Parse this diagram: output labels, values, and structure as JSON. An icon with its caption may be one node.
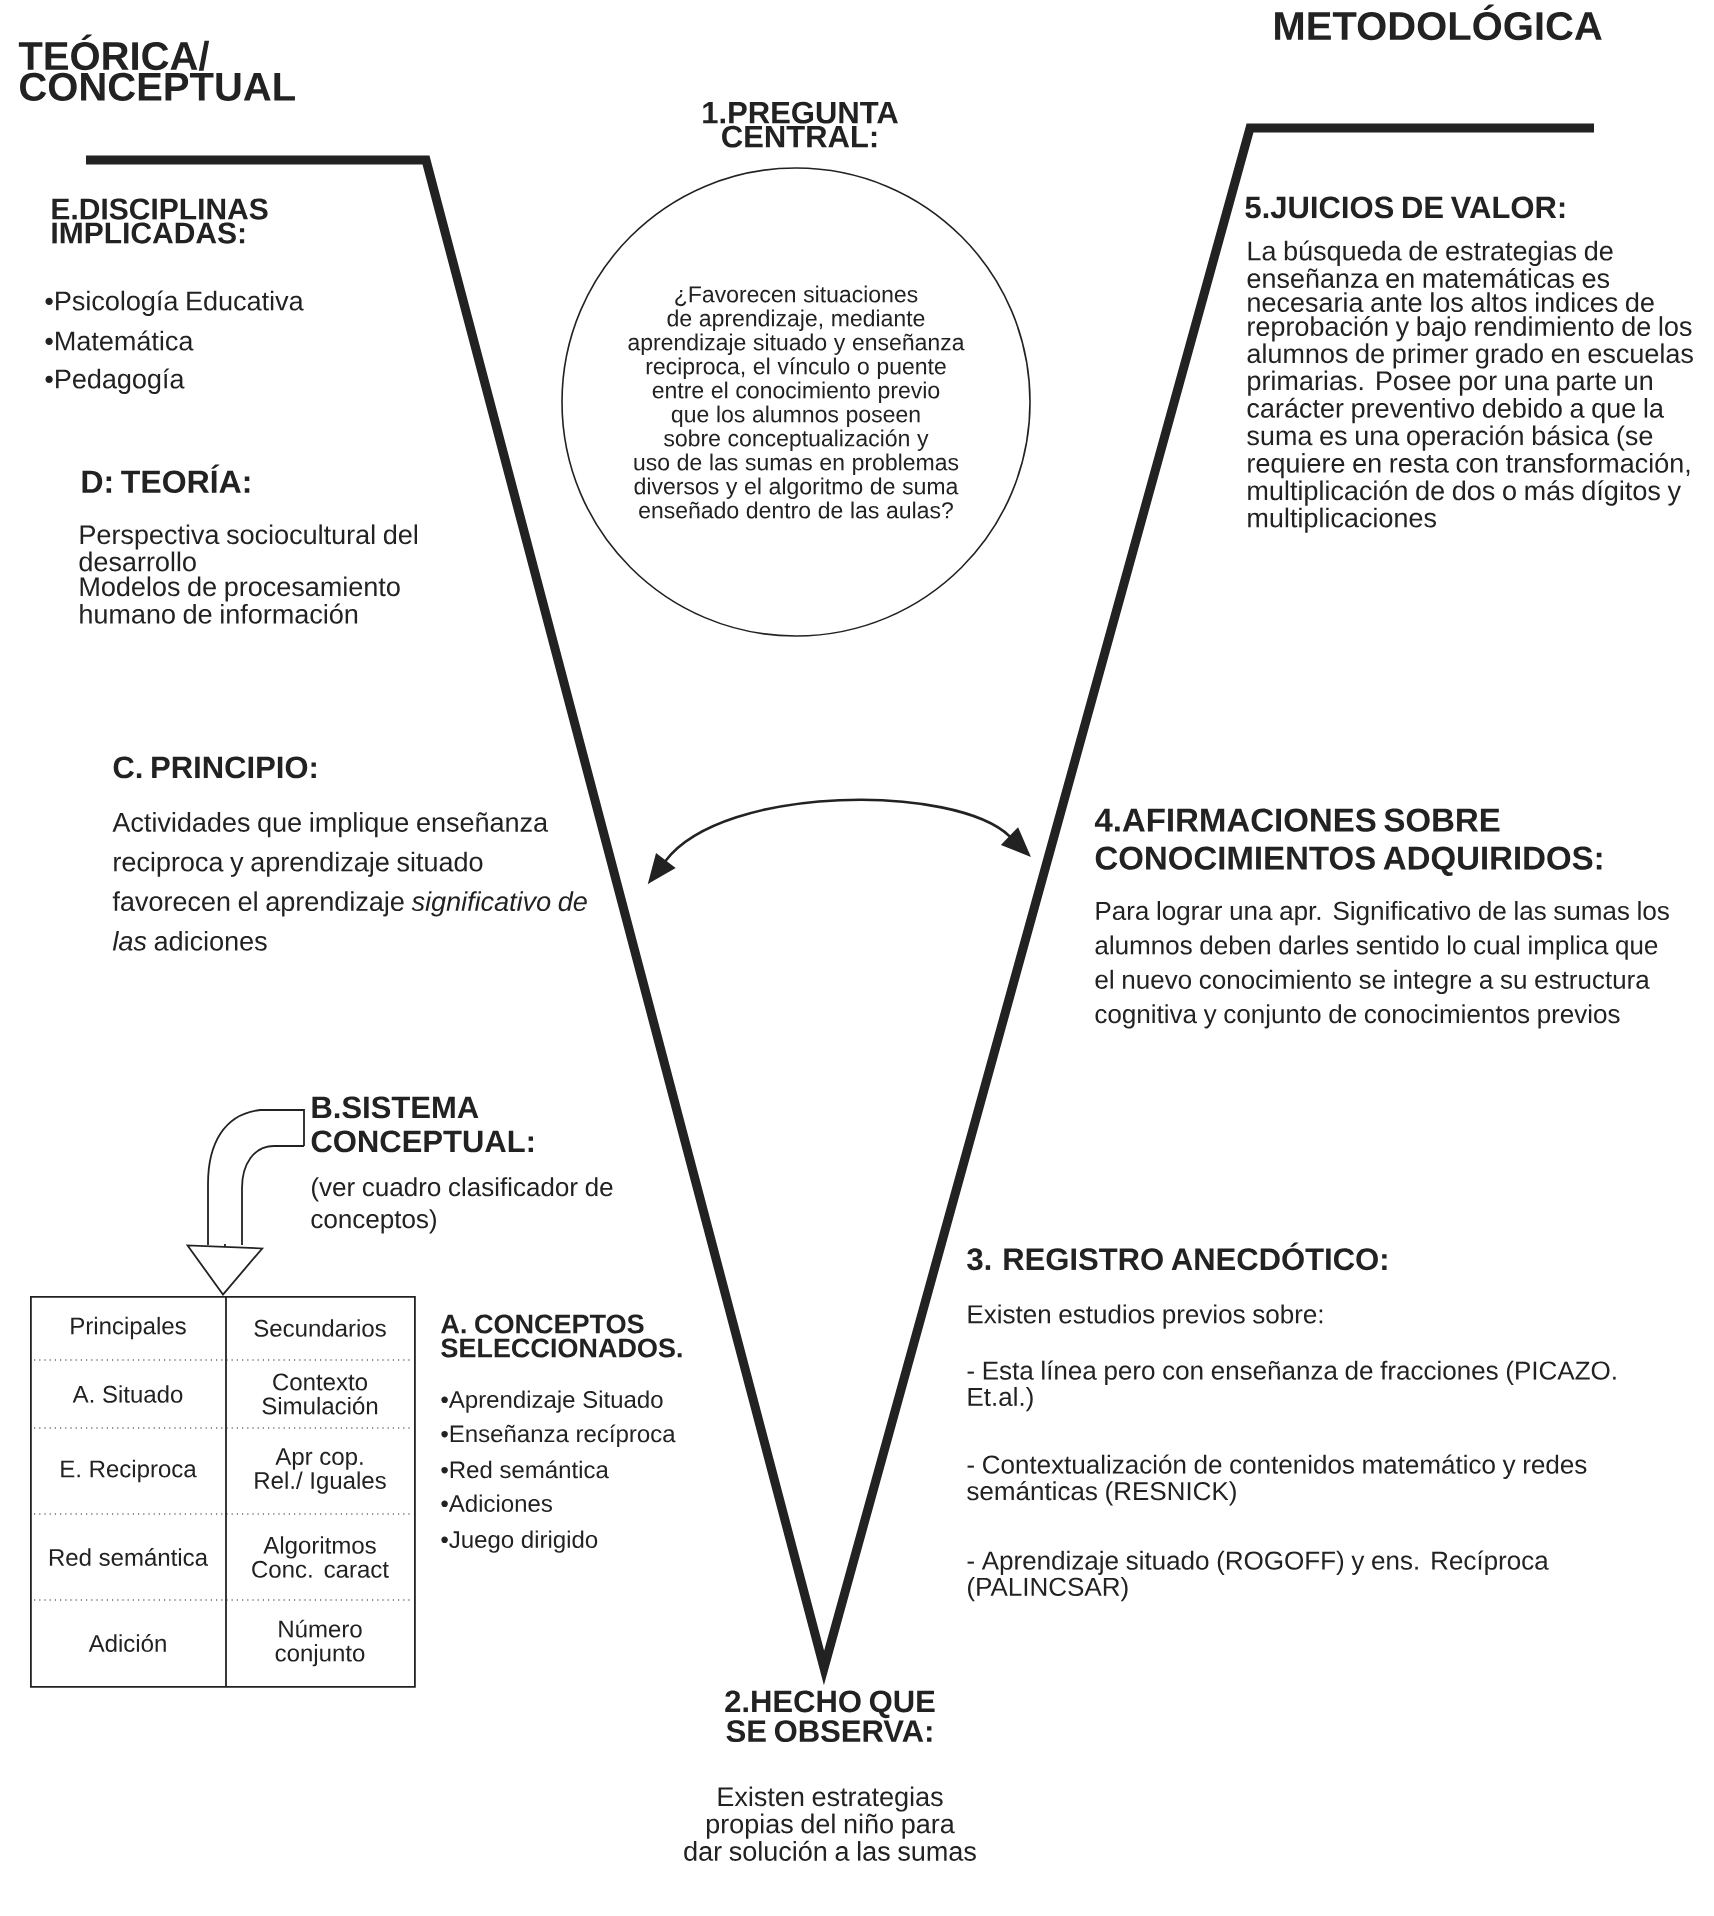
{
  "diagram": {
    "nodes": [
      {
        "text": [
          "1.PREGUNTA CENTRAL:",
          "¿Favorecen situaciones de aprendizaje, mediante aprendizaje situado y enseñanza reciproca, el vínculo o puente entre el conocimiento previo que los alumnos poseen sobre conceptualización y uso de las sumas en problemas diversos y el algoritmo de suma enseñado dentro de las aulas?"
        ]
      },
      {
        "text": [
          "C. PRINCIPIO:",
          "Actividades que implique enseñanza reciproca y aprendizaje situado favorecen el aprendizaje *significativo de las* adiciones"
        ]
      },
      {
        "text": [
          "4.AFIRMACIONES SOBRE CONOCIMIENTOS ADQUIRIDOS:",
          "Para lograr una apr. Significativo de las sumas los alumnos deben darles sentido lo cual implica que el nuevo conocimiento se integre a su estructura cognitiva y conjunto de conocimientos previos"
        ]
      },
      {
        "text": [
          "B.SISTEMA CONCEPTUAL:",
          "(ver cuadro clasificador de conceptos)"
        ]
      },
      {
        "text": [
          "Principales",
          "Secundarios",
          "A. Situado",
          "Contexto Simulación",
          "E. Reciproca",
          "Apr cop. Rel./ Iguales",
          "Red semántica",
          "Algoritmos Conc. caract",
          "Adición",
          "Número conjunto"
        ]
      }
    ],
    "edges": [
      {
        "from": 1,
        "to": 2,
        "arrow": "both"
      },
      {
        "from": 3,
        "to": 4,
        "arrow": "to"
      }
    ],
    "labels": [
      "TEÓRICA/ CONCEPTUAL",
      "METODOLÓGICA",
      "E.DISCIPLINAS IMPLICADAS:",
      "•Psicología Educativa",
      "•Matemática",
      "•Pedagogía",
      "D: TEORÍA:",
      "Perspectiva sociocultural del desarrollo",
      "Modelos de procesamiento humano de información",
      "5.JUICIOS DE VALOR:",
      "La búsqueda de estrategias de enseñanza en matemáticas es necesaria ante los altos indices de reprobación y bajo rendimiento de los alumnos de primer grado en escuelas primarias. Posee por una parte un carácter preventivo debido a que la suma es una operación básica (se requiere en resta con transformación, multiplicación de dos o más dígitos y multiplicaciones",
      "A. CONCEPTOS SELECCIONADOS.",
      "•Aprendizaje Situado",
      "•Enseñanza recíproca",
      "•Red semántica",
      "•Adiciones",
      "•Juego dirigido",
      "3. REGISTRO ANECDÓTICO:",
      "Existen estudios previos sobre:",
      "- Esta línea pero con enseñanza de fracciones (PICAZO. Et.al.)",
      "- Contextualización de contenidos matemático y redes semánticas (RESNICK)",
      "- Aprendizaje situado (ROGOFF) y ens. Recíproca (PALINCSAR)",
      "2.HECHO QUE SE OBSERVA:",
      "Existen estrategias propias del niño para dar solución a las sumas"
    ]
  }
}
